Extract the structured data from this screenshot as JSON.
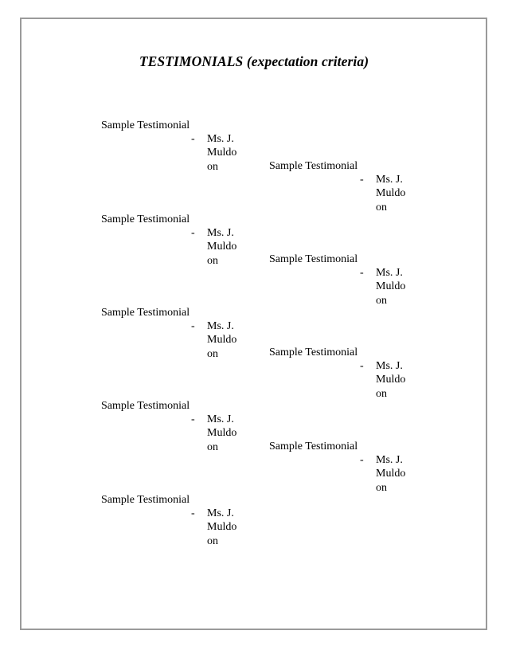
{
  "page": {
    "title": "TESTIMONIALS (expectation criteria)",
    "border_color": "#9a9a9a",
    "background_color": "#ffffff",
    "text_color": "#000000"
  },
  "labels": {
    "heading": "Sample Testimonial",
    "dash": "-",
    "attribution_full": "Ms. J. Muldoon",
    "attribution_lines": [
      "Ms. J.",
      "Muldo",
      "on"
    ]
  },
  "blocks": [
    {
      "id": "block-1",
      "column": "left",
      "heading": "Sample Testimonial",
      "dash": "-",
      "attribution_lines": [
        "Ms. J.",
        "Muldo",
        "on"
      ]
    },
    {
      "id": "block-2",
      "column": "right",
      "heading": "Sample Testimonial",
      "dash": "-",
      "attribution_lines": [
        "Ms. J.",
        "Muldo",
        "on"
      ]
    },
    {
      "id": "block-3",
      "column": "left",
      "heading": "Sample Testimonial",
      "dash": "-",
      "attribution_lines": [
        "Ms. J.",
        "Muldo",
        "on"
      ]
    },
    {
      "id": "block-4",
      "column": "right",
      "heading": "Sample Testimonial",
      "dash": "-",
      "attribution_lines": [
        "Ms. J.",
        "Muldo",
        "on"
      ]
    },
    {
      "id": "block-5",
      "column": "left",
      "heading": "Sample Testimonial",
      "dash": "-",
      "attribution_lines": [
        "Ms. J.",
        "Muldo",
        "on"
      ]
    },
    {
      "id": "block-6",
      "column": "right",
      "heading": "Sample Testimonial",
      "dash": "-",
      "attribution_lines": [
        "Ms. J.",
        "Muldo",
        "on"
      ]
    },
    {
      "id": "block-7",
      "column": "left",
      "heading": "Sample Testimonial",
      "dash": "-",
      "attribution_lines": [
        "Ms. J.",
        "Muldo",
        "on"
      ]
    },
    {
      "id": "block-8",
      "column": "right",
      "heading": "Sample Testimonial",
      "dash": "-",
      "attribution_lines": [
        "Ms. J.",
        "Muldo",
        "on"
      ]
    },
    {
      "id": "block-9",
      "column": "left",
      "heading": "Sample Testimonial",
      "dash": "-",
      "attribution_lines": [
        "Ms. J.",
        "Muldo",
        "on"
      ]
    }
  ],
  "layout": {
    "block_tops": [
      149,
      200,
      267,
      317,
      384,
      434,
      501,
      552,
      619
    ]
  }
}
